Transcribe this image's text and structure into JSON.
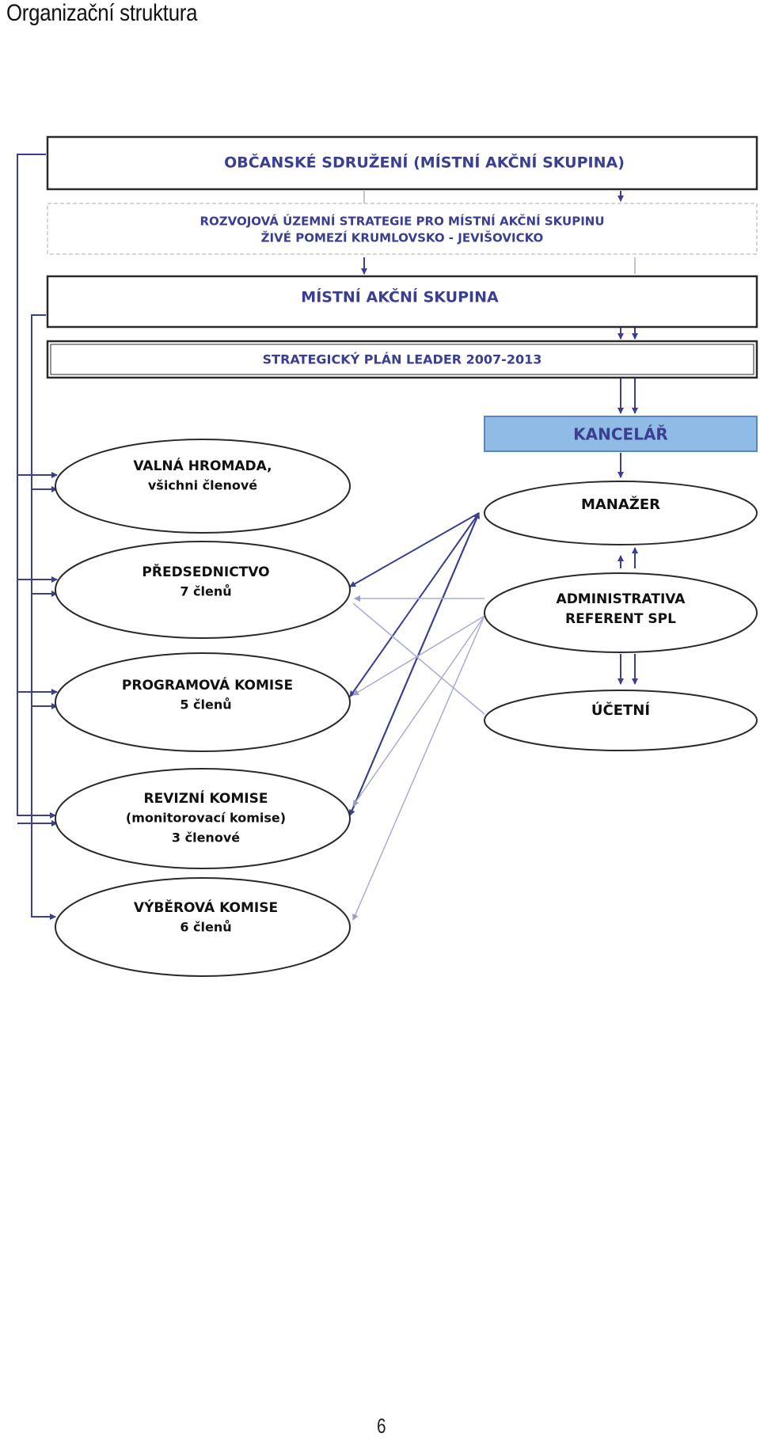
{
  "page": {
    "heading": "Organizační struktura",
    "page_number": "6"
  },
  "colors": {
    "navy": "#3a3f8f",
    "light_line": "#b3b6d3",
    "office_fill": "#8fbbe6",
    "office_border": "#5b86c4",
    "border_dark": "#2a2a2a"
  },
  "diagram": {
    "boxes": {
      "civic_association": "OBČANSKÉ SDRUŽENÍ (MÍSTNÍ AKČNÍ SKUPINA)",
      "strategy_line1": "ROZVOJOVÁ ÚZEMNÍ STRATEGIE PRO MÍSTNÍ AKČNÍ SKUPINU",
      "strategy_line2": "ŽIVÉ POMEZÍ KRUMLOVSKO - JEVIŠOVICKO",
      "local_action_group": "MÍSTNÍ AKČNÍ SKUPINA",
      "strategic_plan": "STRATEGICKÝ PLÁN LEADER 2007-2013",
      "office": "KANCELÁŘ"
    },
    "ellipses": {
      "general_assembly_line1": "VALNÁ HROMADA,",
      "general_assembly_line2": "všichni členové",
      "presidium_line1": "PŘEDSEDNICTVO",
      "presidium_line2": "7 členů",
      "program_committee_line1": "PROGRAMOVÁ KOMISE",
      "program_committee_line2": "5 členů",
      "audit_committee_line1": "REVIZNÍ KOMISE",
      "audit_committee_line2": "(monitorovací komise)",
      "audit_committee_line3": "3 členové",
      "selection_committee_line1": "VÝBĚROVÁ KOMISE",
      "selection_committee_line2": "6 členů",
      "manager": "MANAŽER",
      "administration_line1": "ADMINISTRATIVA",
      "administration_line2": "REFERENT SPL",
      "accountant": "ÚČETNÍ"
    }
  }
}
